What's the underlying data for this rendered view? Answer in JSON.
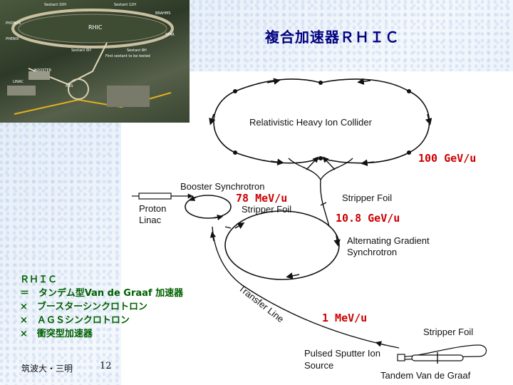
{
  "title": "複合加速器ＲＨＩＣ",
  "photo": {
    "ring_label": "RHIC",
    "labels": [
      "Sextant 10H",
      "Sextant 12H",
      "PHOBOS",
      "BRAHMS",
      "STAR",
      "PHENIX",
      "BOOSTER",
      "LINAC",
      "AGS",
      "Sextant 6H",
      "Sextant 8H",
      "First sextant to be tested"
    ]
  },
  "diagram": {
    "collider_label": "Relativistic Heavy Ion Collider",
    "booster_label": "Booster Synchrotron",
    "proton_linac_line1": "Proton",
    "proton_linac_line2": "Linac",
    "stripper_foil_booster": "Stripper Foil",
    "stripper_foil_ags": "Stripper Foil",
    "stripper_foil_tandem": "Stripper Foil",
    "ags_line1": "Alternating Gradient",
    "ags_line2": "Synchrotron",
    "transfer_line": "Transfer Line",
    "pulsed_line1": "Pulsed Sputter Ion",
    "pulsed_line2": "Source",
    "tandem": "Tandem Van de Graaf"
  },
  "energies": {
    "rhic": "100 GeV/u",
    "booster": "78 MeV/u",
    "ags": "10.8 GeV/u",
    "tandem": "1 MeV/u"
  },
  "legend": [
    "ＲＨＩＣ",
    "＝　タンデム型Van de Graaf 加速器",
    "×　ブースターシンクロトロン",
    "×　ＡＧＳシンクロトロン",
    "×　衝突型加速器"
  ],
  "footer": {
    "author": "筑波大・三明",
    "page": "12"
  }
}
